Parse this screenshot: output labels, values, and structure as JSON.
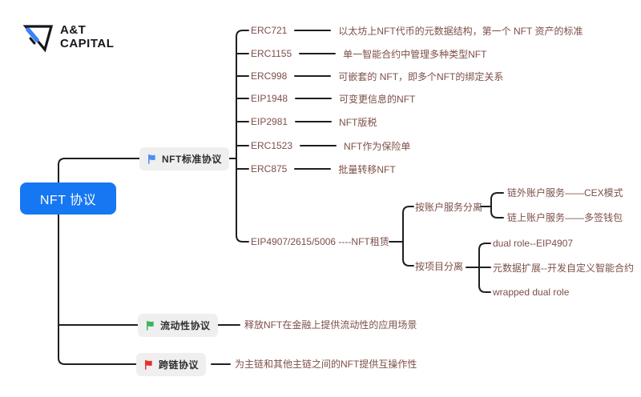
{
  "logo": {
    "line1": "A&T",
    "line2": "CAPITAL",
    "accent_color": "#3b82f6",
    "ink_color": "#16161d"
  },
  "root": {
    "label": "NFT 协议",
    "bg_color": "#1677f2"
  },
  "branches": [
    {
      "label": "NFT标准协议",
      "flag_color": "#4f8df7"
    },
    {
      "label": "流动性协议",
      "flag_color": "#3eb35f",
      "desc": "释放NFT在金融上提供流动性的应用场景"
    },
    {
      "label": "跨链协议",
      "flag_color": "#e53030",
      "desc": "为主链和其他主链之间的NFT提供互操作性"
    }
  ],
  "standards": [
    {
      "label": "ERC721",
      "desc": "以太坊上NFT代币的元数据结构，第一个 NFT 资产的标准"
    },
    {
      "label": "ERC1155",
      "desc": "单一智能合约中管理多种类型NFT"
    },
    {
      "label": "ERC998",
      "desc": "可嵌套的 NFT，即多个NFT的绑定关系"
    },
    {
      "label": "EIP1948",
      "desc": "可变更信息的NFT"
    },
    {
      "label": "EIP2981",
      "desc": "NFT版税"
    },
    {
      "label": "ERC1523",
      "desc": "NFT作为保险单"
    },
    {
      "label": "ERC875",
      "desc": "批量转移NFT"
    }
  ],
  "rental": {
    "label": "EIP4907/2615/5006 ----NFT租赁",
    "groups": [
      {
        "label": "按账户服务分离",
        "items": [
          "链外账户服务——CEX模式",
          "链上账户服务——多签钱包"
        ]
      },
      {
        "label": "按项目分离",
        "items": [
          "dual role--EIP4907",
          "元数据扩展--开发自定义智能合约",
          "wrapped dual role"
        ]
      }
    ]
  },
  "colors": {
    "line": "#1f1f1f",
    "leaf_text": "#7d4f49",
    "node_bg": "#efefef",
    "node_text": "#2e2e2e"
  }
}
